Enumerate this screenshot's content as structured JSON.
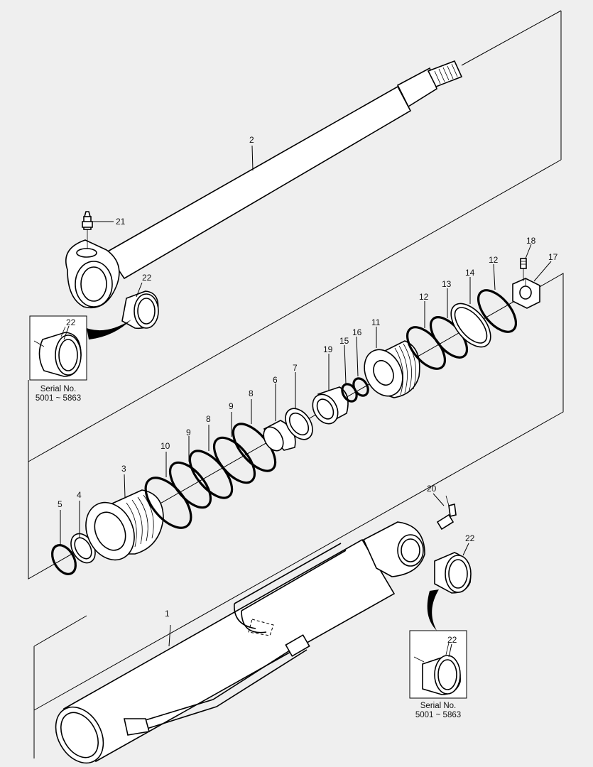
{
  "callouts": {
    "c1": "1",
    "c2": "2",
    "c3": "3",
    "c4": "4",
    "c5": "5",
    "c6": "6",
    "c7": "7",
    "c8a": "8",
    "c8b": "8",
    "c9a": "9",
    "c9b": "9",
    "c10": "10",
    "c11": "11",
    "c12a": "12",
    "c12b": "12",
    "c13": "13",
    "c14": "14",
    "c15": "15",
    "c16": "16",
    "c17": "17",
    "c18": "18",
    "c19": "19",
    "c20": "20",
    "c21": "21",
    "c22a": "22",
    "c22b": "22",
    "c22c": "22",
    "c22d": "22"
  },
  "insets": {
    "top": {
      "line1": "Serial No.",
      "line2": "5001 ~ 5863"
    },
    "bottom": {
      "line1": "Serial No.",
      "line2": "5001 ~ 5863"
    }
  }
}
